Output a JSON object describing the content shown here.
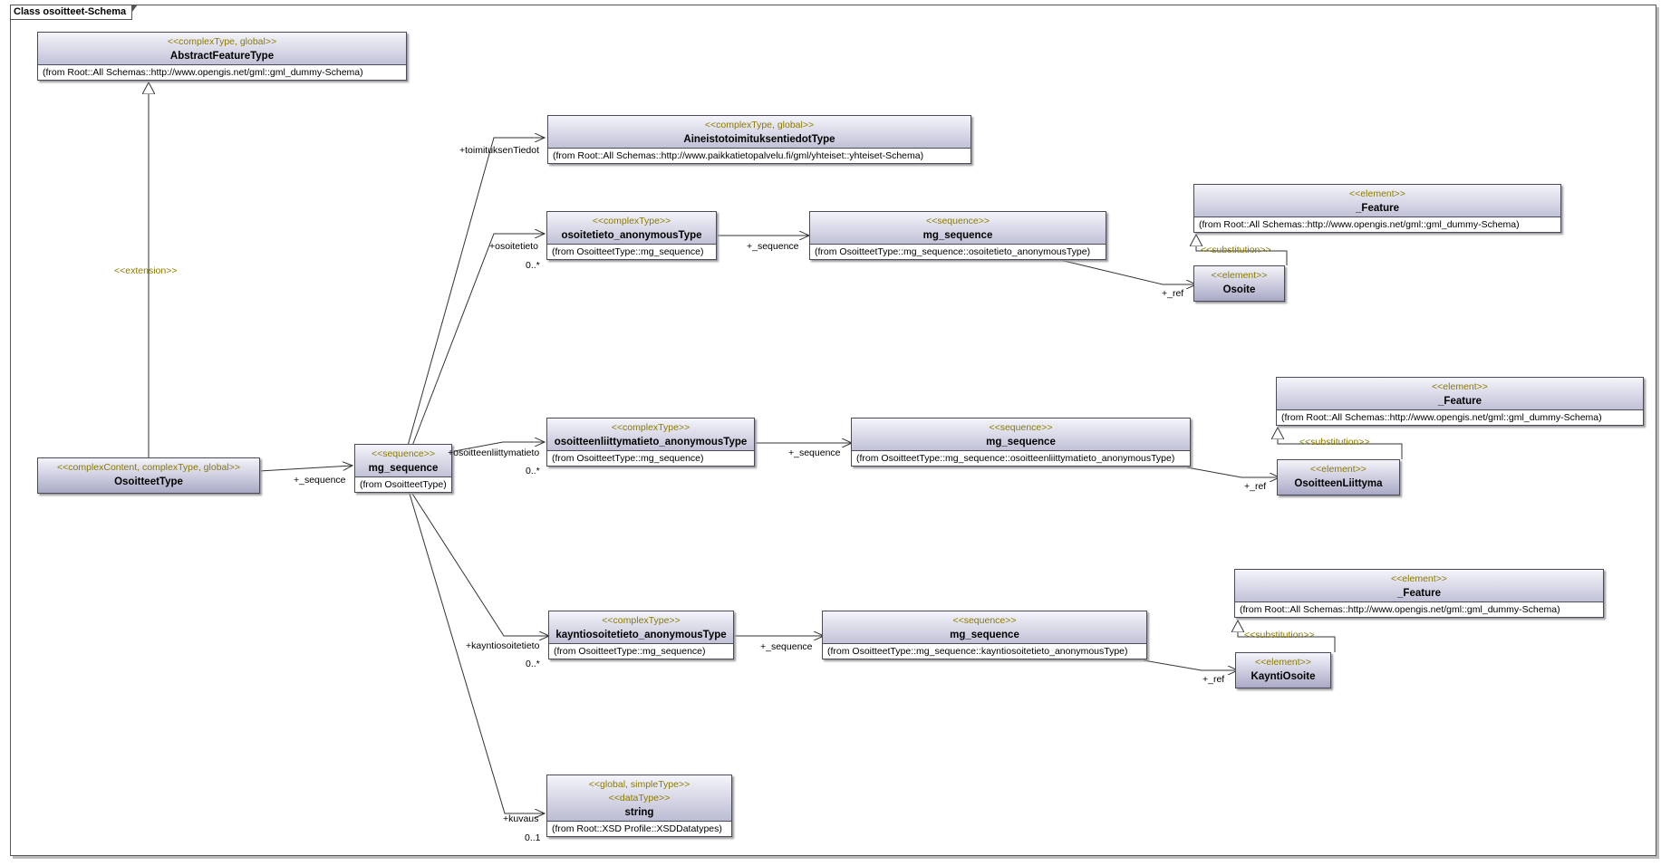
{
  "frame_title": "Class osoitteet-Schema",
  "classes": {
    "abstract_feature_type": {
      "stereo": "<<complexType, global>>",
      "name": "AbstractFeatureType",
      "from": "(from Root::All Schemas::http://www.opengis.net/gml::gml_dummy-Schema)"
    },
    "aineisto": {
      "stereo": "<<complexType, global>>",
      "name": "AineistotoimituksentiedotType",
      "from": "(from Root::All Schemas::http://www.paikkatietopalvelu.fi/gml/yhteiset::yhteiset-Schema)"
    },
    "osoitteet_type": {
      "stereo": "<<complexContent, complexType, global>>",
      "name": "OsoitteetType"
    },
    "mg_sequence_main": {
      "stereo": "<<sequence>>",
      "name": "mg_sequence",
      "from": "(from OsoitteetType)"
    },
    "osoitetieto_anon": {
      "stereo": "<<complexType>>",
      "name": "osoitetieto_anonymousType",
      "from": "(from OsoitteetType::mg_sequence)"
    },
    "mg_seq_osoitetieto": {
      "stereo": "<<sequence>>",
      "name": "mg_sequence",
      "from": "(from OsoitteetType::mg_sequence::osoitetieto_anonymousType)"
    },
    "feature_1": {
      "stereo": "<<element>>",
      "name": "_Feature",
      "from": "(from Root::All Schemas::http://www.opengis.net/gml::gml_dummy-Schema)"
    },
    "osoite": {
      "stereo": "<<element>>",
      "name": "Osoite"
    },
    "osoitteenliittyma_anon": {
      "stereo": "<<complexType>>",
      "name": "osoitteenliittymatieto_anonymousType",
      "from": "(from OsoitteetType::mg_sequence)"
    },
    "mg_seq_liittyma": {
      "stereo": "<<sequence>>",
      "name": "mg_sequence",
      "from": "(from OsoitteetType::mg_sequence::osoitteenliittymatieto_anonymousType)"
    },
    "feature_2": {
      "stereo": "<<element>>",
      "name": "_Feature",
      "from": "(from Root::All Schemas::http://www.opengis.net/gml::gml_dummy-Schema)"
    },
    "osoitteen_liittyma": {
      "stereo": "<<element>>",
      "name": "OsoitteenLiittyma"
    },
    "kaynti_anon": {
      "stereo": "<<complexType>>",
      "name": "kayntiosoitetieto_anonymousType",
      "from": "(from OsoitteetType::mg_sequence)"
    },
    "mg_seq_kaynti": {
      "stereo": "<<sequence>>",
      "name": "mg_sequence",
      "from": "(from OsoitteetType::mg_sequence::kayntiosoitetieto_anonymousType)"
    },
    "feature_3": {
      "stereo": "<<element>>",
      "name": "_Feature",
      "from": "(from Root::All Schemas::http://www.opengis.net/gml::gml_dummy-Schema)"
    },
    "kaynti_osoite": {
      "stereo": "<<element>>",
      "name": "KayntiOsoite"
    },
    "string_type": {
      "stereo": "<<global, simpleType>>",
      "stereo2": "<<dataType>>",
      "name": "string",
      "from": "(from Root::XSD Profile::XSDDatatypes)"
    }
  },
  "labels": {
    "extension": "<<extension>>",
    "seq_main": "+_sequence",
    "toimituksen_tiedot": "+toimituksenTiedot",
    "osoitetieto": "+osoitetieto",
    "osoitetieto_mult": "0..*",
    "seq_osoitetieto": "+_sequence",
    "ref_osoite": "+_ref",
    "subst_1": "<<substitution>>",
    "osoitteenliittymatieto": "+osoitteenliittymatieto",
    "liittyma_mult": "0..*",
    "seq_liittyma": "+_sequence",
    "ref_liittyma": "+_ref",
    "subst_2": "<<substitution>>",
    "kayntiosoitetieto": "+kayntiosoitetieto",
    "kaynti_mult": "0..*",
    "seq_kaynti": "+_sequence",
    "ref_kaynti": "+_ref",
    "subst_3": "<<substitution>>",
    "kuvaus": "+kuvaus",
    "kuvaus_mult": "0..1"
  }
}
